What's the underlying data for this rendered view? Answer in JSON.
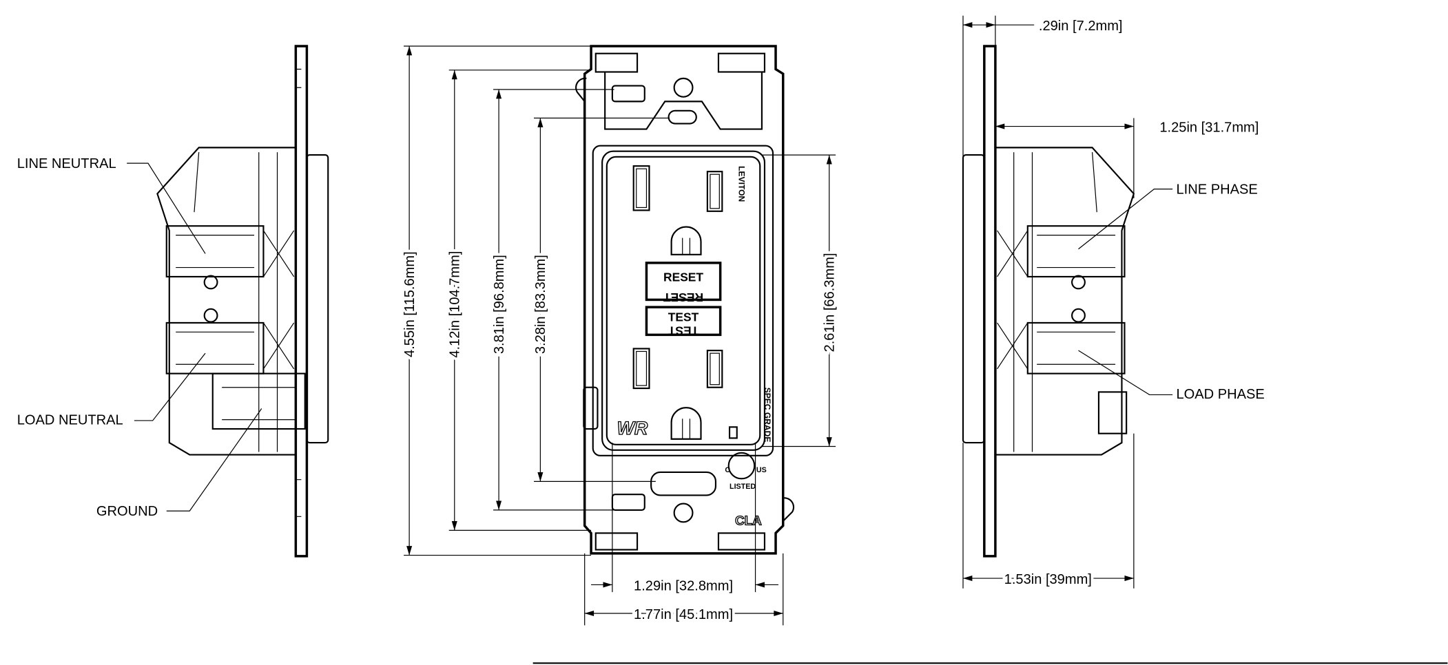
{
  "callouts": {
    "line_neutral": "LINE NEUTRAL",
    "load_neutral": "LOAD NEUTRAL",
    "ground": "GROUND",
    "line_phase": "LINE PHASE",
    "load_phase": "LOAD PHASE"
  },
  "dimensions": {
    "overall_height": "4.55in [115.6mm]",
    "strap_height": "4.12in [104.7mm]",
    "mount_hole_span": "3.81in [96.8mm]",
    "inner_span": "3.28in [83.3mm]",
    "face_height": "2.61in [66.3mm]",
    "face_width": "1.29in [32.8mm]",
    "overall_width": "1.77in [45.1mm]",
    "plate_depth": ".29in [7.2mm]",
    "body_depth": "1.25in [31.7mm]",
    "total_depth": "1.53in [39mm]"
  },
  "face": {
    "reset": "RESET",
    "test": "TEST",
    "brand": "LEVITON",
    "wr": "WR",
    "spec": "SPEC GRADE",
    "listing_c": "C",
    "listing_us": "US",
    "listed": "LISTED",
    "cla": "CLA"
  }
}
